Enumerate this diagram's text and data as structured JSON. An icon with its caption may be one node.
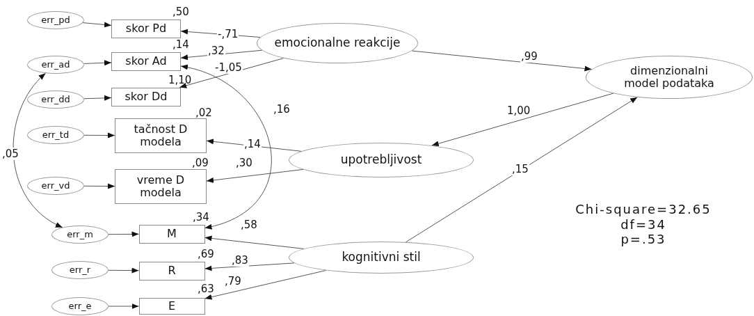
{
  "diagram": {
    "nodes": [
      {
        "text": [
          "err_pd"
        ]
      },
      {
        "text": [
          "skor Pd"
        ],
        "beside": [
          ",50"
        ]
      },
      {
        "text": [
          "emocionalne reakcije"
        ]
      },
      {
        "text": [
          "err_ad"
        ]
      },
      {
        "text": [
          "skor Ad"
        ],
        "beside": [
          ",14"
        ]
      },
      {
        "text": [
          "err_dd"
        ]
      },
      {
        "text": [
          "skor Dd"
        ],
        "beside": [
          "1,10"
        ]
      },
      {
        "text": [
          "dimenzionalni model podataka"
        ]
      },
      {
        "text": [
          "err_td"
        ]
      },
      {
        "text": [
          "tačnost D modela"
        ],
        "beside": [
          ",02"
        ]
      },
      {
        "text": [
          "upotrebljivost"
        ]
      },
      {
        "text": [
          "err_vd"
        ]
      },
      {
        "text": [
          "vreme D modela"
        ],
        "beside": [
          ",09"
        ]
      },
      {
        "text": [
          "err_m"
        ]
      },
      {
        "text": [
          "M"
        ],
        "beside": [
          ",34"
        ]
      },
      {
        "text": [
          "kognitivni stil"
        ]
      },
      {
        "text": [
          "err_r"
        ]
      },
      {
        "text": [
          "R"
        ],
        "beside": [
          ",69"
        ]
      },
      {
        "text": [
          "err_e"
        ]
      },
      {
        "text": [
          "E"
        ],
        "beside": [
          ",63"
        ]
      }
    ],
    "edges": [
      {
        "from": 0,
        "to": 1,
        "arrow": "to"
      },
      {
        "from": 2,
        "to": 1,
        "arrow": "to",
        "label": "-,71"
      },
      {
        "from": 3,
        "to": 4,
        "arrow": "to"
      },
      {
        "from": 2,
        "to": 4,
        "arrow": "to",
        "label": ",32"
      },
      {
        "from": 5,
        "to": 6,
        "arrow": "to"
      },
      {
        "from": 2,
        "to": 6,
        "arrow": "to",
        "label": "-1,05"
      },
      {
        "from": 2,
        "to": 7,
        "arrow": "to",
        "label": ",99"
      },
      {
        "from": 4,
        "to": 14,
        "arrow": "both",
        "label": ",16"
      },
      {
        "from": 7,
        "to": 10,
        "arrow": "to",
        "label": "1,00"
      },
      {
        "from": 8,
        "to": 9,
        "arrow": "to"
      },
      {
        "from": 10,
        "to": 9,
        "arrow": "to",
        "label": ",14"
      },
      {
        "from": 3,
        "to": 13,
        "arrow": "both",
        "label": ",05"
      },
      {
        "from": 11,
        "to": 12,
        "arrow": "to"
      },
      {
        "from": 10,
        "to": 12,
        "arrow": "to",
        "label": ",30"
      },
      {
        "from": 15,
        "to": 7,
        "arrow": "to",
        "label": ",15"
      },
      {
        "from": 13,
        "to": 14,
        "arrow": "to"
      },
      {
        "from": 15,
        "to": 14,
        "arrow": "to",
        "label": ",58"
      },
      {
        "from": 16,
        "to": 17,
        "arrow": "to"
      },
      {
        "from": 15,
        "to": 17,
        "arrow": "to",
        "label": ",83"
      },
      {
        "from": 18,
        "to": 19,
        "arrow": "to"
      },
      {
        "from": 15,
        "to": 19,
        "arrow": "to",
        "label": ",79"
      }
    ],
    "labels": [
      "Chi-square=32.65",
      "df=34",
      "p=.53"
    ]
  }
}
